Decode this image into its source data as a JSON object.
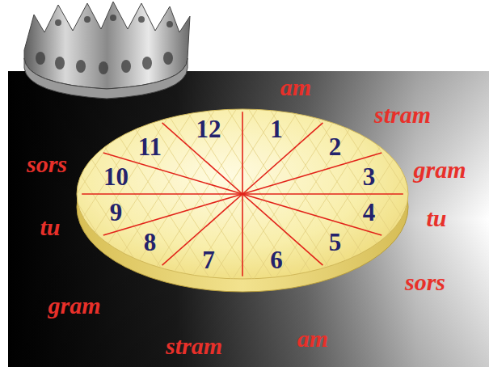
{
  "diagram": {
    "labels": [
      "1",
      "2",
      "3",
      "4",
      "5",
      "6",
      "7",
      "8",
      "9",
      "10",
      "11",
      "12",
      "am",
      "stram",
      "gram",
      "tu",
      "sors",
      "am",
      "stram",
      "gram",
      "tu",
      "sors"
    ]
  }
}
